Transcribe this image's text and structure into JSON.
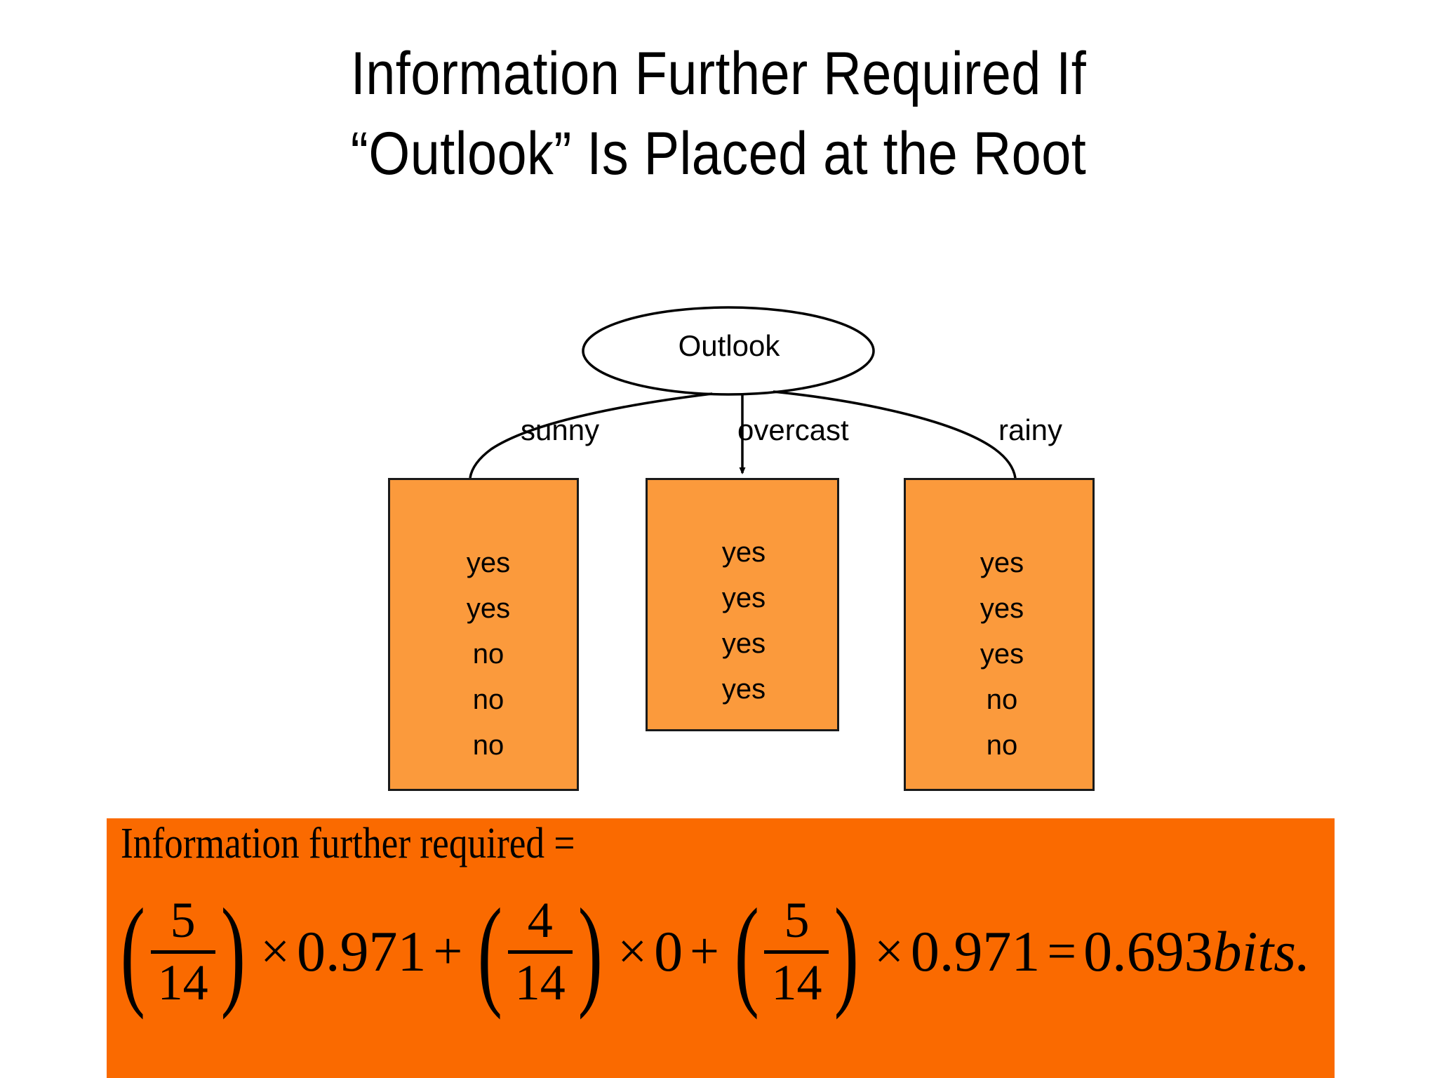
{
  "slide": {
    "title": "Information Further Required If\n“Outlook” Is Placed at the Root",
    "background_color": "#FFFFFF"
  },
  "tree": {
    "root": {
      "label": "Outlook",
      "shape": "ellipse"
    },
    "branches": [
      {
        "edge_label": "sunny",
        "leaf_items": [
          "yes",
          "yes",
          "no",
          "no",
          "no"
        ],
        "counts": {
          "yes": 2,
          "no": 3,
          "total": 5
        }
      },
      {
        "edge_label": "overcast",
        "leaf_items": [
          "yes",
          "yes",
          "yes",
          "yes"
        ],
        "counts": {
          "yes": 4,
          "no": 0,
          "total": 4
        }
      },
      {
        "edge_label": "rainy",
        "leaf_items": [
          "yes",
          "yes",
          "yes",
          "no",
          "no"
        ],
        "counts": {
          "yes": 3,
          "no": 2,
          "total": 5
        }
      }
    ],
    "leaf_box_fill": "#FB9A3C",
    "leaf_box_stroke": "#1A1A1A"
  },
  "formula": {
    "band_color": "#FA6A00",
    "heading": "Information further required =",
    "terms": [
      {
        "num": "5",
        "den": "14",
        "times": "×",
        "factor": "0.971"
      },
      {
        "num": "4",
        "den": "14",
        "times": "×",
        "factor": "0"
      },
      {
        "num": "5",
        "den": "14",
        "times": "×",
        "factor": "0.971"
      }
    ],
    "plus": "+",
    "equals": "=",
    "result": "0.693",
    "units": "bits.",
    "open_paren": "(",
    "close_paren": ")"
  }
}
